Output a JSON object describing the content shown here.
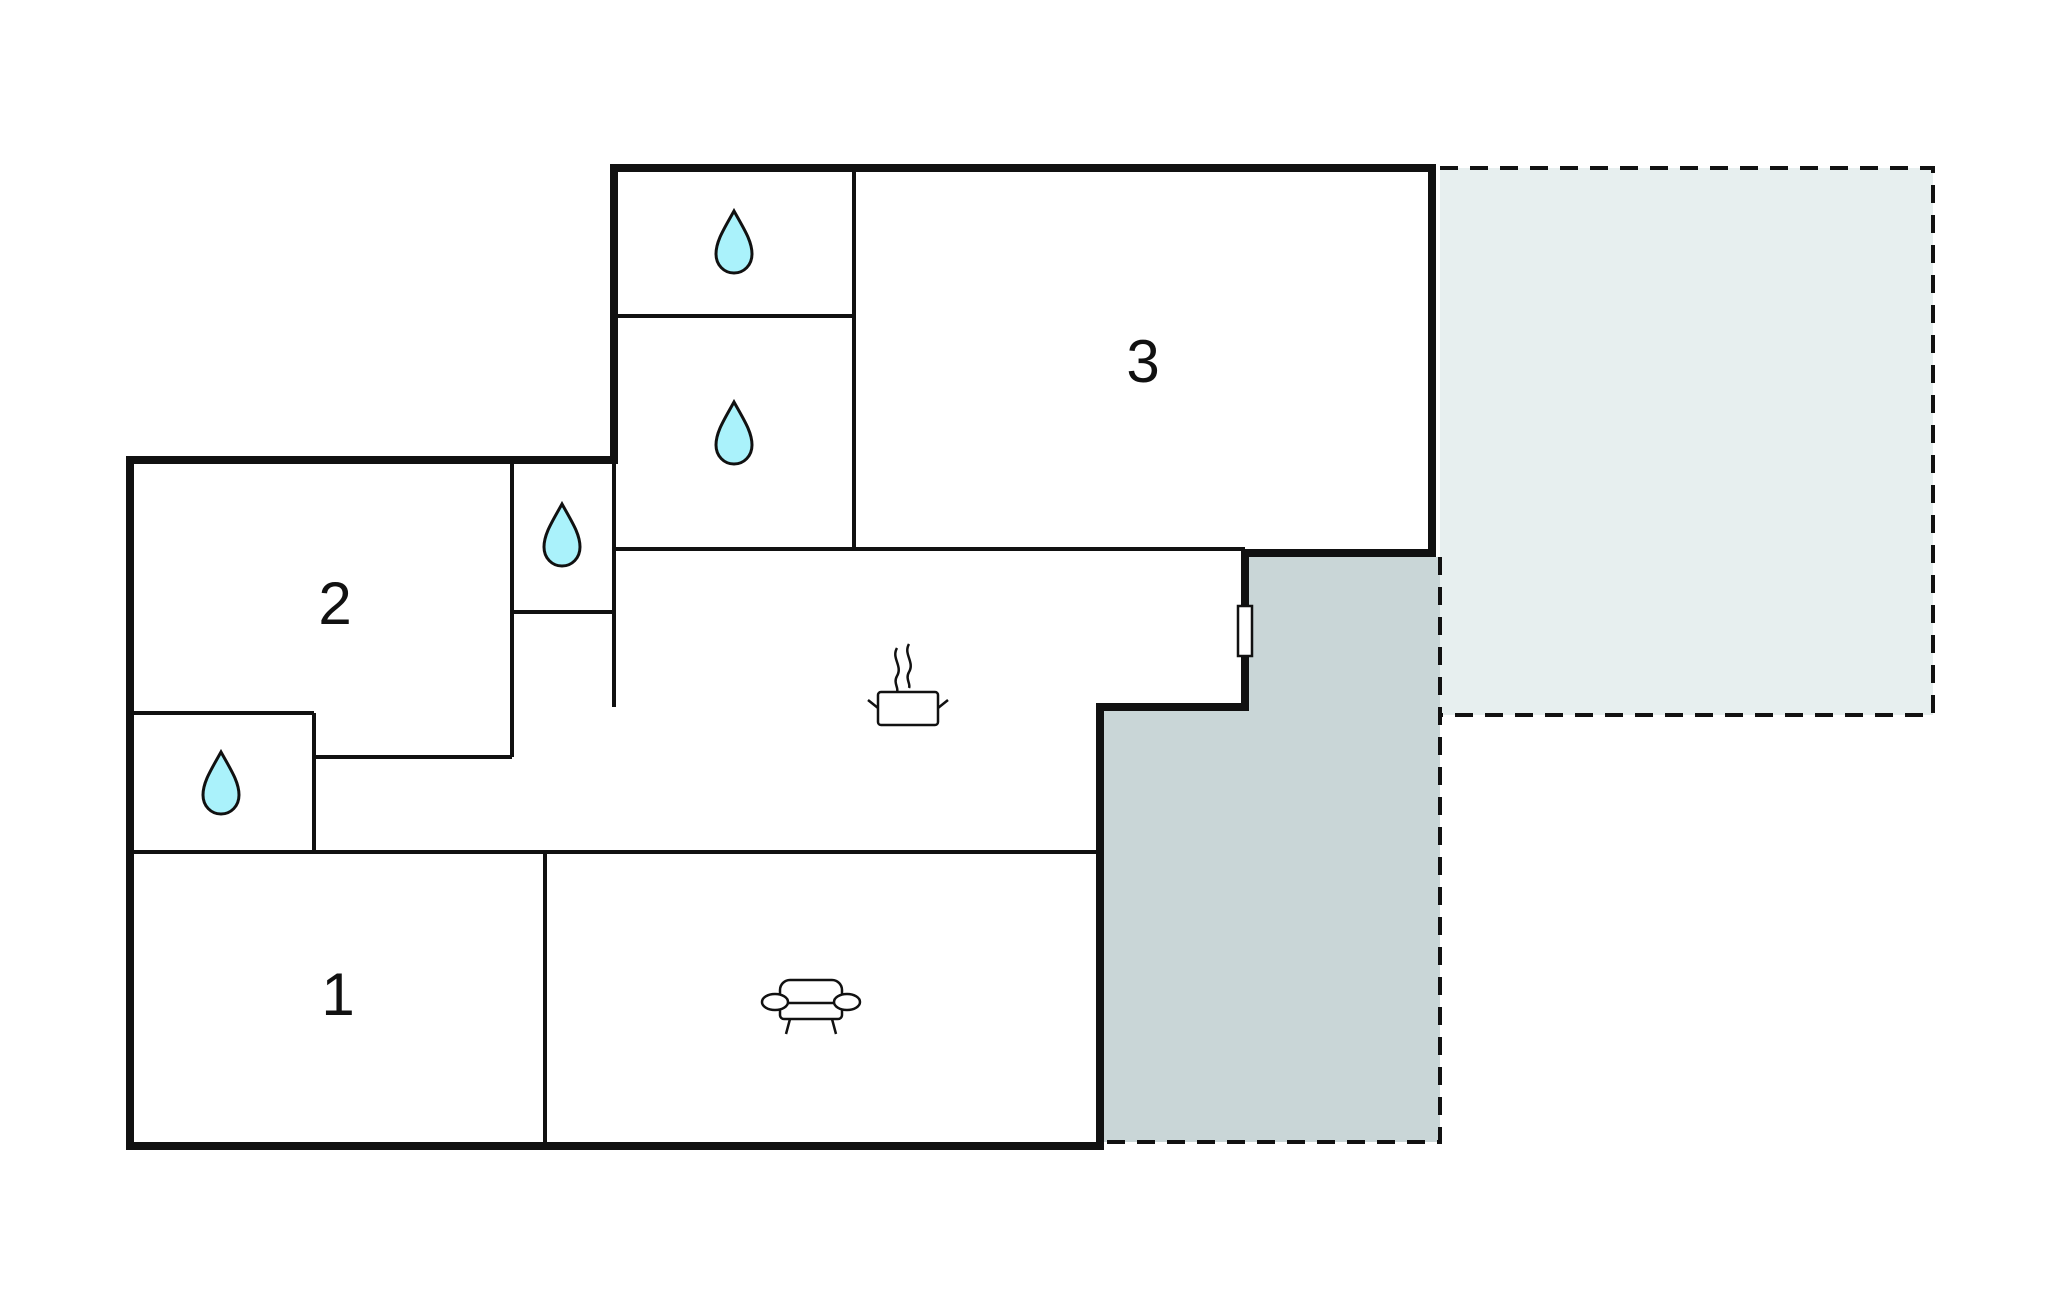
{
  "colors": {
    "wall": "#111111",
    "terrace_covered": "#c9d6d7",
    "terrace_open": "#e7efef",
    "water_drop": "#aaf2fb",
    "background": "#ffffff"
  },
  "rooms": {
    "bedroom_1": {
      "label": "1"
    },
    "bedroom_2": {
      "label": "2"
    },
    "bedroom_3": {
      "label": "3"
    }
  },
  "icons": {
    "bathroom": "water-drop-icon",
    "kitchen": "cooking-pot-icon",
    "living_room": "sofa-icon",
    "door": "door-icon"
  }
}
